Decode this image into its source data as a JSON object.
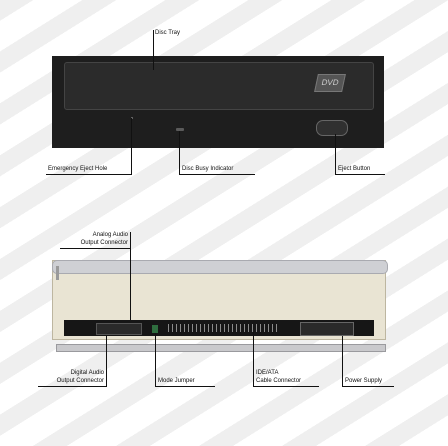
{
  "front": {
    "disc_tray": "Disc Tray",
    "emergency_eject_hole": "Emergency Eject Hole",
    "disc_busy_indicator": "Disc Busy Indicator",
    "eject_button": "Eject Button"
  },
  "rear": {
    "analog_audio_line1": "Analog Audio",
    "analog_audio_line2": "Output Connector",
    "digital_audio_line1": "Digital Audio",
    "digital_audio_line2": "Output Connector",
    "mode_jumper": "Mode Jumper",
    "ide_line1": "IDE/ATA",
    "ide_line2": "Cable Connector",
    "power_supply": "Power Supply"
  }
}
